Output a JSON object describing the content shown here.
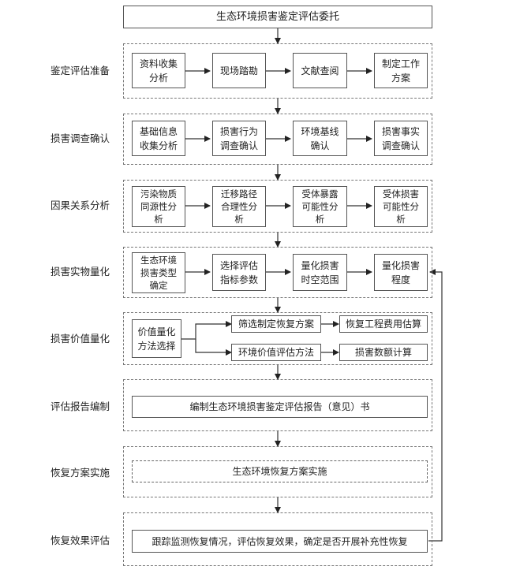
{
  "title": "生态环境损害鉴定评估委托",
  "stages": {
    "s1": "鉴定评估准备",
    "s2": "损害调查确认",
    "s3": "因果关系分析",
    "s4": "损害实物量化",
    "s5": "损害价值量化",
    "s6": "评估报告编制",
    "s7": "恢复方案实施",
    "s8": "恢复效果评估"
  },
  "row1": [
    "资料收集\n分析",
    "现场踏勘",
    "文献查阅",
    "制定工作\n方案"
  ],
  "row2": [
    "基础信息\n收集分析",
    "损害行为\n调查确认",
    "环境基线\n确认",
    "损害事实\n调查确认"
  ],
  "row3": [
    "污染物质\n同源性分\n析",
    "迁移路径\n合理性分\n析",
    "受体暴露\n可能性分\n析",
    "受体损害\n可能性分\n析"
  ],
  "row4": [
    "生态环境\n损害类型\n确定",
    "选择评估\n指标参数",
    "量化损害\n时空范围",
    "量化损害\n程度"
  ],
  "row5": {
    "method": "价值量化\n方法选择",
    "screen": "筛选制定恢复方案",
    "cost": "恢复工程费用估算",
    "envvalue": "环境价值评估方法",
    "amount": "损害数额计算"
  },
  "report": "编制生态环境损害鉴定评估报告（意见）书",
  "implement": "生态环境恢复方案实施",
  "evaluate": "跟踪监测恢复情况，评估恢复效果，确定是否开展补充性恢复"
}
